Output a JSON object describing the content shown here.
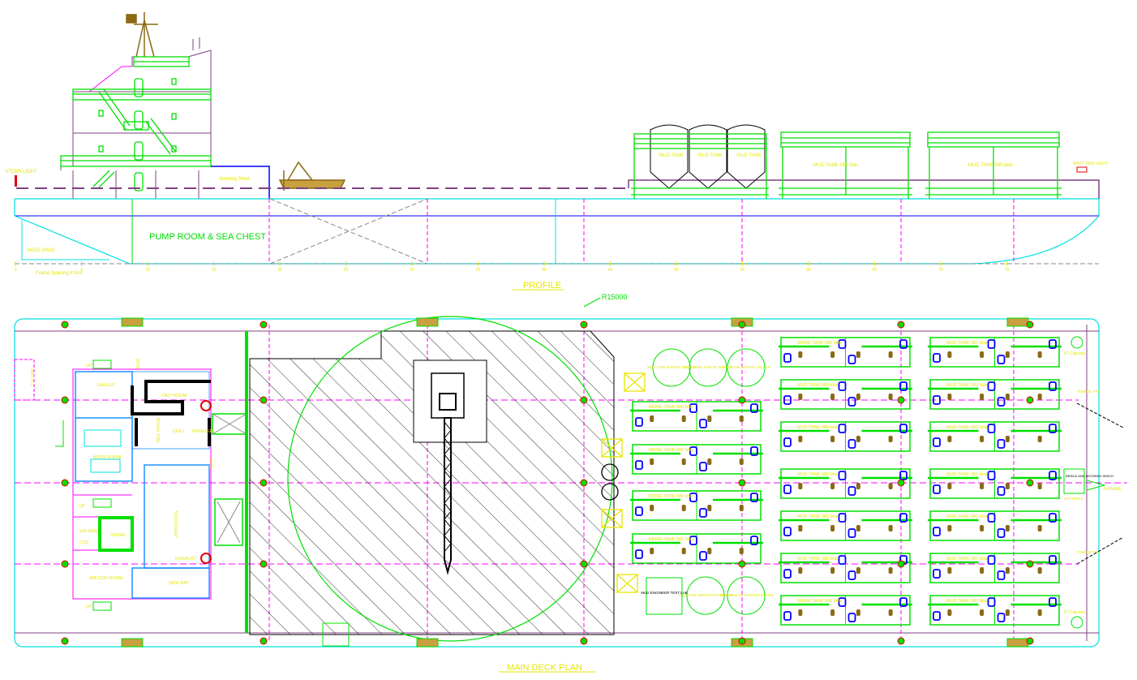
{
  "profile": {
    "title": "PROFILE",
    "stern_light": "STERN LIGHT",
    "working_shed": "Working Shed",
    "skeg": "SKEG (P&S)",
    "pump_room": "PUMP ROOM & SEA CHEST",
    "frame_spacing": "Frame Spacing 8 foot",
    "frame_ticks": [
      "0",
      "5",
      "10",
      "15",
      "20",
      "25",
      "30",
      "35",
      "40",
      "45",
      "50",
      "55",
      "60",
      "65",
      "70",
      "75"
    ],
    "silo_labels": [
      "SILO TANK",
      "SILO TANK",
      "SILO TANK"
    ],
    "mud_tank_labels": [
      "MUD TANK 980 bbls",
      "MUD TANK 980 bbls"
    ],
    "mast_light": "MAST SIDE LIGHT"
  },
  "plan": {
    "title": "MAIN DECK PLAN",
    "radius_label": "R15000",
    "rooms": {
      "ch_lkr": "CH LKR",
      "galley": "GALLEY",
      "dry_room": "DRY ROOM",
      "rec_room": "REC ROOM",
      "chill": "CHILL",
      "freezer": "FREEZER",
      "mess_room": "MESS ROOM",
      "workshop": "WORKSHOP",
      "em_gen": "EM GEN",
      "co2": "CO2",
      "store": "STORE",
      "exhaust": "EXHAUST",
      "air_con_room": "AIR CON ROOM",
      "sick_bay": "SICK BAY",
      "up": "UP",
      "wtd": "WTD"
    },
    "silos_top": [
      "SILO TANK BARITE 150 TON",
      "SILO TANK BARITE 150 TON",
      "SILO TANK BARITE 150 TON"
    ],
    "silos_bottom": [
      "SILO TANK BENTONITE 80 TON",
      "SILO TANK BENTONITE 80 TON"
    ],
    "mud_lab": "MUD ENGINEER TEST LAB",
    "tanks_left": [
      "BRINE TANK 980 bbls",
      "BRINE TANK 980 bbls",
      "BRINE TANK 980 bbls",
      "BRINE TANK 980 bbls"
    ],
    "tanks_mid": [
      "BRINE TANK 980 bbls",
      "MUD TANK 980 bbls",
      "MUD TANK 980 bbls",
      "MUD TANK 980 bbls",
      "MUD TANK 980 bbls",
      "MUD TANK 980 bbls",
      "BRINE TANK 980 bbls"
    ],
    "tanks_right": [
      "MUD TANK 980 bbls",
      "MUD TANK 980 bbls",
      "MUD TANK 980 bbls",
      "MUD TANK 980 bbls",
      "MUD TANK 980 bbls",
      "MUD TANK 980 bbls",
      "MUD TANK 980 bbls"
    ],
    "capstan_top": "5T Capstan",
    "capstan_bottom": "5T Capstan",
    "towing_pin_top": "TOWING PIN",
    "towing_pin_bottom": "TOWING PIN",
    "bridle_winch": "BRIDLE AND MOORING WINCH",
    "a_frame": "A-FRAME",
    "winch": "15T WINCH"
  },
  "colors": {
    "green": "#00e000",
    "yellow": "#e6e600",
    "magenta": "#ff00ff",
    "cyan": "#00e0e0",
    "blue": "#0000ff",
    "purple": "#804080",
    "brown": "#8b6914"
  }
}
